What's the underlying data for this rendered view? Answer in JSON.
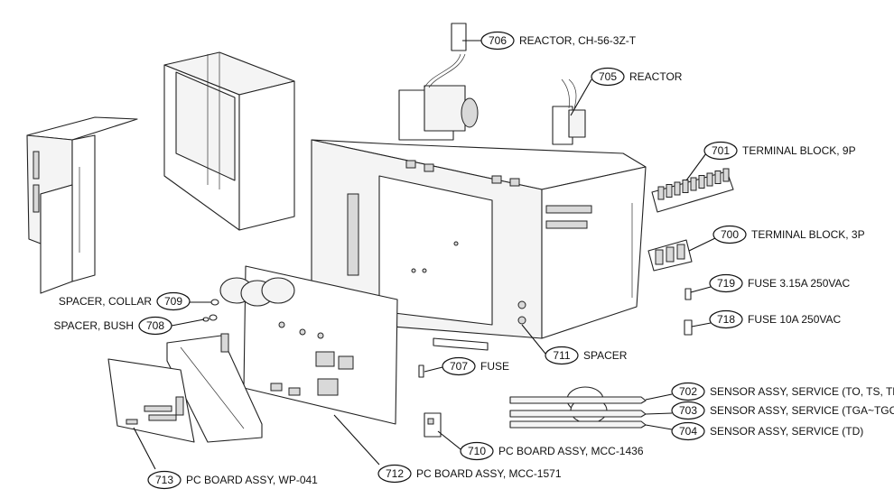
{
  "callouts": [
    {
      "id": "706",
      "number": "706",
      "text": "REACTOR, CH-56-3Z-T"
    },
    {
      "id": "705",
      "number": "705",
      "text": "REACTOR"
    },
    {
      "id": "701",
      "number": "701",
      "text": "TERMINAL BLOCK, 9P"
    },
    {
      "id": "700",
      "number": "700",
      "text": "TERMINAL BLOCK, 3P"
    },
    {
      "id": "719",
      "number": "719",
      "text": "FUSE 3.15A 250VAC"
    },
    {
      "id": "718",
      "number": "718",
      "text": "FUSE 10A 250VAC"
    },
    {
      "id": "709",
      "number": "709",
      "text": "SPACER, COLLAR"
    },
    {
      "id": "708",
      "number": "708",
      "text": "SPACER, BUSH"
    },
    {
      "id": "711",
      "number": "711",
      "text": "SPACER"
    },
    {
      "id": "707",
      "number": "707",
      "text": "FUSE"
    },
    {
      "id": "702",
      "number": "702",
      "text": "SENSOR ASSY, SERVICE (TO, TS, TE)"
    },
    {
      "id": "703",
      "number": "703",
      "text": "SENSOR ASSY, SERVICE (TGA~TGC)"
    },
    {
      "id": "704",
      "number": "704",
      "text": "SENSOR ASSY, SERVICE (TD)"
    },
    {
      "id": "710",
      "number": "710",
      "text": "PC BOARD ASSY, MCC-1436"
    },
    {
      "id": "713",
      "number": "713",
      "text": "PC BOARD ASSY, WP-041"
    },
    {
      "id": "712",
      "number": "712",
      "text": "PC BOARD ASSY, MCC-1571"
    }
  ]
}
